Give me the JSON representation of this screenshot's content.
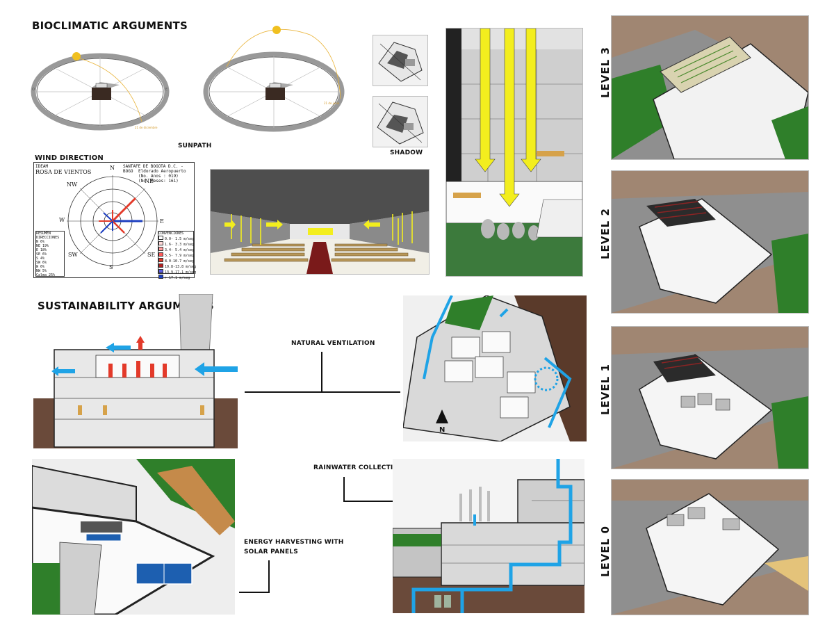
{
  "headings": {
    "bioclimatic": "BIOCLIMATIC ARGUMENTS",
    "sustainability": "SUSTAINABILITY ARGUMENTS",
    "sunpath": "SUNPATH",
    "shadow": "SHADOW",
    "wind_direction": "WIND DIRECTION"
  },
  "callouts": {
    "natural_ventilation": "NATURAL VENTILATION",
    "rainwater_collection": "RAINWATER COLLECTION",
    "energy_harvesting_line1": "ENERGY HARVESTING WITH",
    "energy_harvesting_line2": "SOLAR PANELS"
  },
  "levels": [
    "LEVEL 3",
    "LEVEL 2",
    "LEVEL 1",
    "LEVEL 0"
  ],
  "wind_rose": {
    "ideam": "IDEAM",
    "title": "ROSA DE VIENTOS",
    "station_line1": "SANTAFE DE BOGOTA D.C. - BOGO",
    "station_line2": "Eldorado Aeropuerto",
    "station_line3": "(No. Anos : 019)",
    "station_line4": "(No. Meses: 161)",
    "directions": {
      "n": "N",
      "ne": "NE",
      "e": "E",
      "se": "SE",
      "s": "S",
      "sw": "SW",
      "w": "W",
      "nw": "NW"
    },
    "summary_title": "RESUMEN DIRECCIONES",
    "summary_rows": [
      "N 6%",
      "NE 19%",
      "E 18%",
      "SE 6%",
      "S 4%",
      "SW 6%",
      "W 6%",
      "NW 5%",
      "Calma 25%"
    ],
    "legend_title": "CONVENCIONES",
    "legend_rows": [
      "0.0- 1.5 m/seg",
      "1.6- 3.3 m/seg",
      "3.4- 5.4 m/seg",
      "5.5- 7.9 m/seg",
      "8.0-10.7 m/seg",
      "10.8-13.8 m/seg",
      "13.9-17.1 m/seg",
      "> 17.1 m/seg"
    ]
  },
  "sun_labels": {
    "a": "21 de diciembre",
    "b": "21 de junio"
  },
  "north_label": "N",
  "colors": {
    "arrow_yellow": "#f3ee1e",
    "water_blue": "#1fa3e6",
    "heat_red": "#e33a2a",
    "grass": "#2f7f2a",
    "terrain": "#a08672",
    "solar": "#1d5fb0"
  }
}
